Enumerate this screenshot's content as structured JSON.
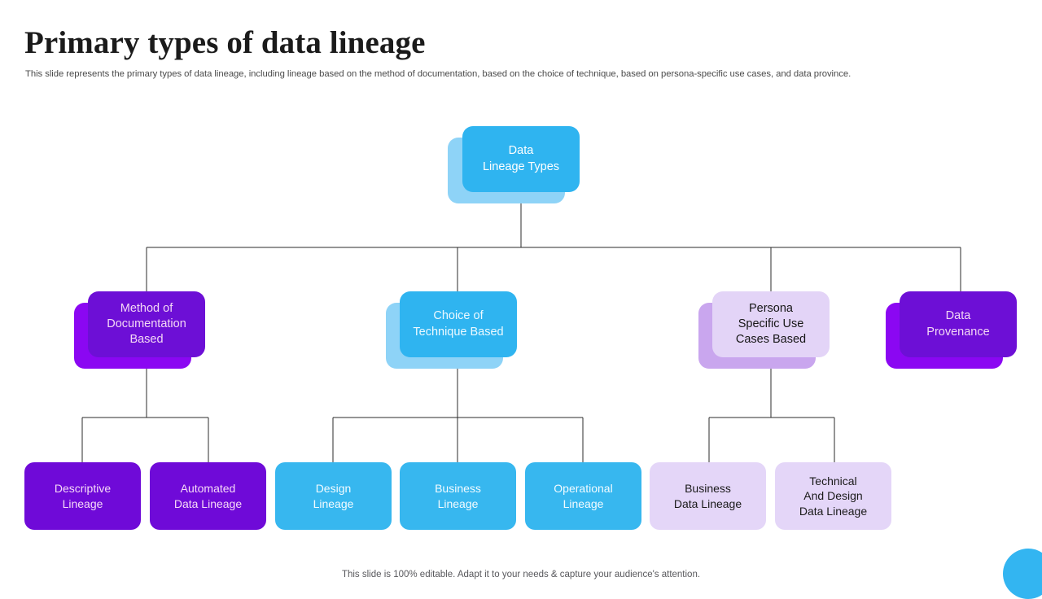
{
  "header": {
    "title": "Primary types of data lineage",
    "subtitle": "This slide represents the primary types of data lineage, including lineage based on the method of documentation, based on the choice of technique, based on persona-specific use cases, and data province."
  },
  "footer": {
    "note": "This slide is 100% editable. Adapt it to your needs & capture your audience's attention."
  },
  "colors": {
    "blue": "#2fb4f0",
    "blue_light": "#8ed3f7",
    "violet": "#6d0fd6",
    "violet_bright": "#8b07f2",
    "lavender": "#e3d4f7",
    "lavender_mid": "#c9a6ee",
    "leaf_violet": "#6f0ad8",
    "leaf_blue": "#37b7ef",
    "leaf_lavender": "#e4d6f8",
    "connector": "#2b2b2b",
    "title_text": "#1b1b1b",
    "body_text": "#4a4a4a"
  },
  "diagram": {
    "root": {
      "label": "Data\nLineage Types"
    },
    "branches": [
      {
        "label": "Method of\nDocumentation\nBased",
        "style": "violet",
        "children": [
          {
            "label": "Descriptive\nLineage",
            "style": "leaf-violet"
          },
          {
            "label": "Automated\nData Lineage",
            "style": "leaf-violet"
          }
        ]
      },
      {
        "label": "Choice of\nTechnique Based",
        "style": "blue",
        "children": [
          {
            "label": "Design\nLineage",
            "style": "leaf-blue"
          },
          {
            "label": "Business\nLineage",
            "style": "leaf-blue"
          },
          {
            "label": "Operational\nLineage",
            "style": "leaf-blue"
          }
        ]
      },
      {
        "label": "Persona\nSpecific Use\nCases Based",
        "style": "lavender",
        "children": [
          {
            "label": "Business\nData Lineage",
            "style": "leaf-lavender"
          },
          {
            "label": "Technical\nAnd Design\nData Lineage",
            "style": "leaf-lavender"
          }
        ]
      },
      {
        "label": "Data\nProvenance",
        "style": "violet",
        "children": []
      }
    ]
  }
}
